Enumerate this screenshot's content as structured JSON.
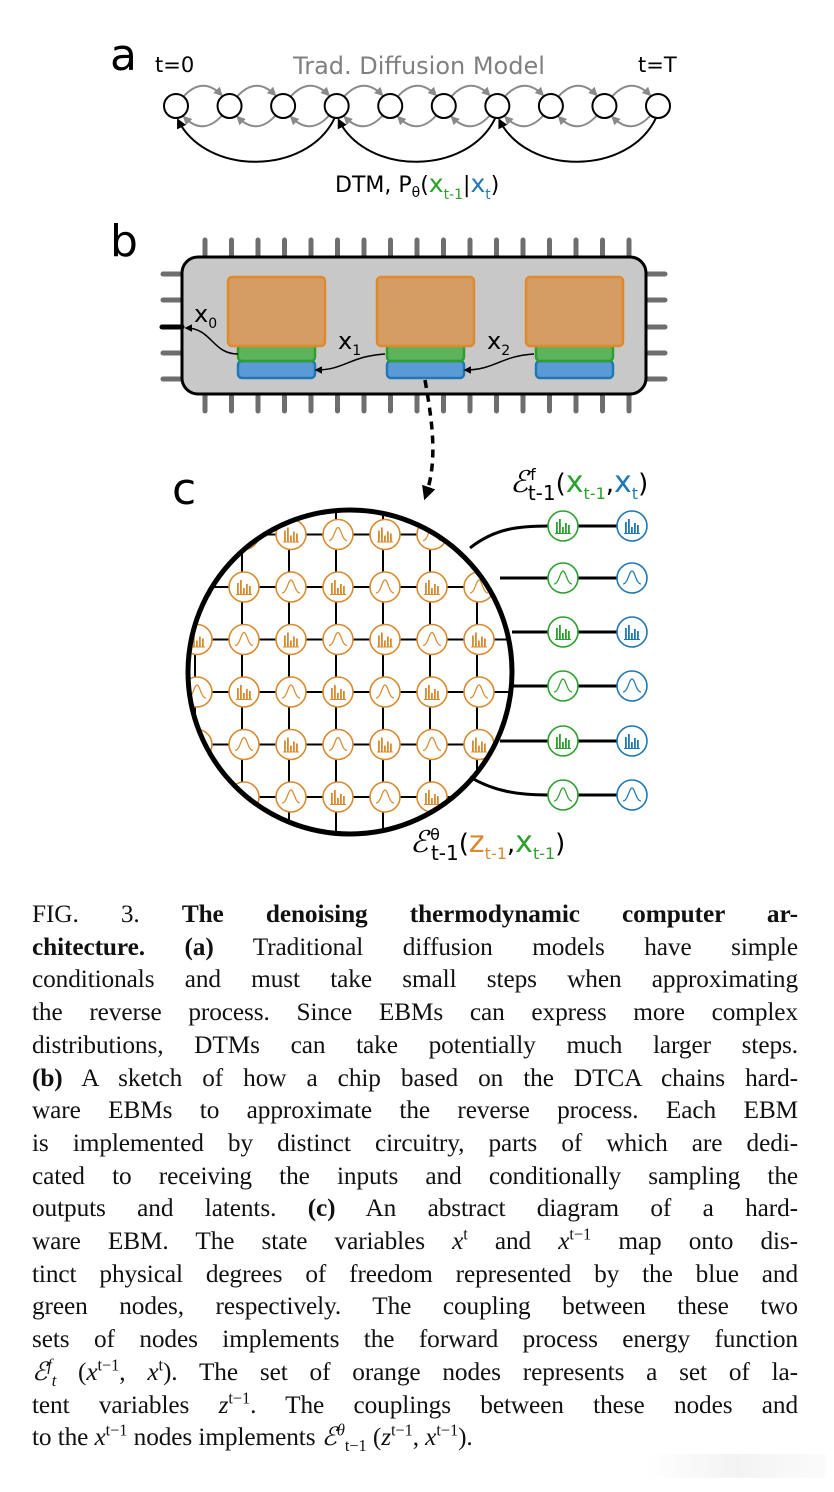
{
  "panel_a": {
    "label": "a",
    "start_label": "t=0",
    "end_label": "t=T",
    "title": "Trad. Diffusion Model",
    "dtm_prefix": "DTM, P",
    "dtm_theta": "θ",
    "dtm_open": "(",
    "dtm_x1": "x",
    "dtm_x1_sub": "t-1",
    "dtm_bar": "|",
    "dtm_x2": "x",
    "dtm_x2_sub": "t",
    "dtm_close": ")",
    "node_count": 10,
    "dtm_jump_every": 3
  },
  "panel_b": {
    "label": "b",
    "x0": "x",
    "x0_sub": "0",
    "x1": "x",
    "x1_sub": "1",
    "x2": "x",
    "x2_sub": "2",
    "block_count": 3
  },
  "panel_c": {
    "label": "c",
    "forward_energy": {
      "symbol": "ℰ",
      "sup": "f",
      "sub": "t-1",
      "open": "(",
      "a": "x",
      "a_sub": "t-1",
      "comma": ",",
      "b": "x",
      "b_sub": "t",
      "close": ")"
    },
    "latent_energy": {
      "symbol": "ℰ",
      "sup": "θ",
      "sub": "t-1",
      "open": "(",
      "a": "z",
      "a_sub": "t-1",
      "comma": ",",
      "b": "x",
      "b_sub": "t-1",
      "close": ")"
    },
    "side_node_types": [
      "bars",
      "gauss",
      "bars",
      "gauss",
      "bars",
      "gauss"
    ]
  },
  "colors": {
    "green": "#2ca02c",
    "blue": "#1f77b4",
    "orange": "#d98a2e",
    "orange_fill": "#d59c63",
    "grey_arrow": "#8a8a8a",
    "chip_fill": "#c8c8c9",
    "pin": "#6e6e6e"
  },
  "caption": {
    "lines": [
      [
        {
          "t": "FIG. 3.  "
        },
        {
          "t": "The denoising thermodynamic computer ar-",
          "b": 1
        }
      ],
      [
        {
          "t": "chitecture.",
          "b": 1
        },
        {
          "t": "  "
        },
        {
          "t": "(a)",
          "b": 1
        },
        {
          "t": " Traditional diffusion models have simple"
        }
      ],
      [
        {
          "t": "conditionals and must take small steps when approximating"
        }
      ],
      [
        {
          "t": "the reverse process.  Since EBMs can express more complex"
        }
      ],
      [
        {
          "t": "distributions, DTMs can take potentially much larger steps."
        }
      ],
      [
        {
          "t": "(b)",
          "b": 1
        },
        {
          "t": " A sketch of how a chip based on the DTCA chains hard-"
        }
      ],
      [
        {
          "t": "ware EBMs to approximate the reverse process.  Each EBM"
        }
      ],
      [
        {
          "t": "is implemented by distinct circuitry, parts of which are dedi-"
        }
      ],
      [
        {
          "t": "cated to receiving the inputs and conditionally sampling the"
        }
      ],
      [
        {
          "t": "outputs and latents.  "
        },
        {
          "t": "(c)",
          "b": 1
        },
        {
          "t": " An abstract diagram of a hard-"
        }
      ],
      [
        {
          "t": "ware EBM. The state variables "
        },
        {
          "t": "x",
          "i": 1
        },
        {
          "t": "t",
          "sup": 1
        },
        {
          "t": " and "
        },
        {
          "t": "x",
          "i": 1
        },
        {
          "t": "t−1",
          "sup": 1
        },
        {
          "t": " map onto dis-"
        }
      ],
      [
        {
          "t": "tinct physical degrees of freedom represented by the blue and"
        }
      ],
      [
        {
          "t": "green nodes, respectively.  The coupling between these two"
        }
      ],
      [
        {
          "t": "sets of nodes implements the forward process energy function"
        }
      ],
      [
        {
          "t": "ℰ",
          "i": 1
        },
        {
          "t": "f",
          "sup": 1,
          "i": 1
        },
        {
          "t": "t",
          "sub": 1,
          "i": 1
        },
        {
          "t": " ("
        },
        {
          "t": "x",
          "i": 1
        },
        {
          "t": "t−1",
          "sup": 1
        },
        {
          "t": ", "
        },
        {
          "t": "x",
          "i": 1
        },
        {
          "t": "t",
          "sup": 1
        },
        {
          "t": "). The set of orange nodes represents a set of la-"
        }
      ],
      [
        {
          "t": "tent variables "
        },
        {
          "t": "z",
          "i": 1
        },
        {
          "t": "t−1",
          "sup": 1
        },
        {
          "t": ". The couplings between these nodes and"
        }
      ],
      [
        {
          "t": "to the "
        },
        {
          "t": "x",
          "i": 1
        },
        {
          "t": "t−1",
          "sup": 1
        },
        {
          "t": " nodes implements "
        },
        {
          "t": "ℰ",
          "i": 1
        },
        {
          "t": "θ",
          "sup": 1,
          "i": 1
        },
        {
          "t": "t−1",
          "sub": 1
        },
        {
          "t": " ("
        },
        {
          "t": "z",
          "i": 1
        },
        {
          "t": "t−1",
          "sup": 1
        },
        {
          "t": ", "
        },
        {
          "t": "x",
          "i": 1
        },
        {
          "t": "t−1",
          "sup": 1
        },
        {
          "t": ")."
        }
      ]
    ]
  }
}
